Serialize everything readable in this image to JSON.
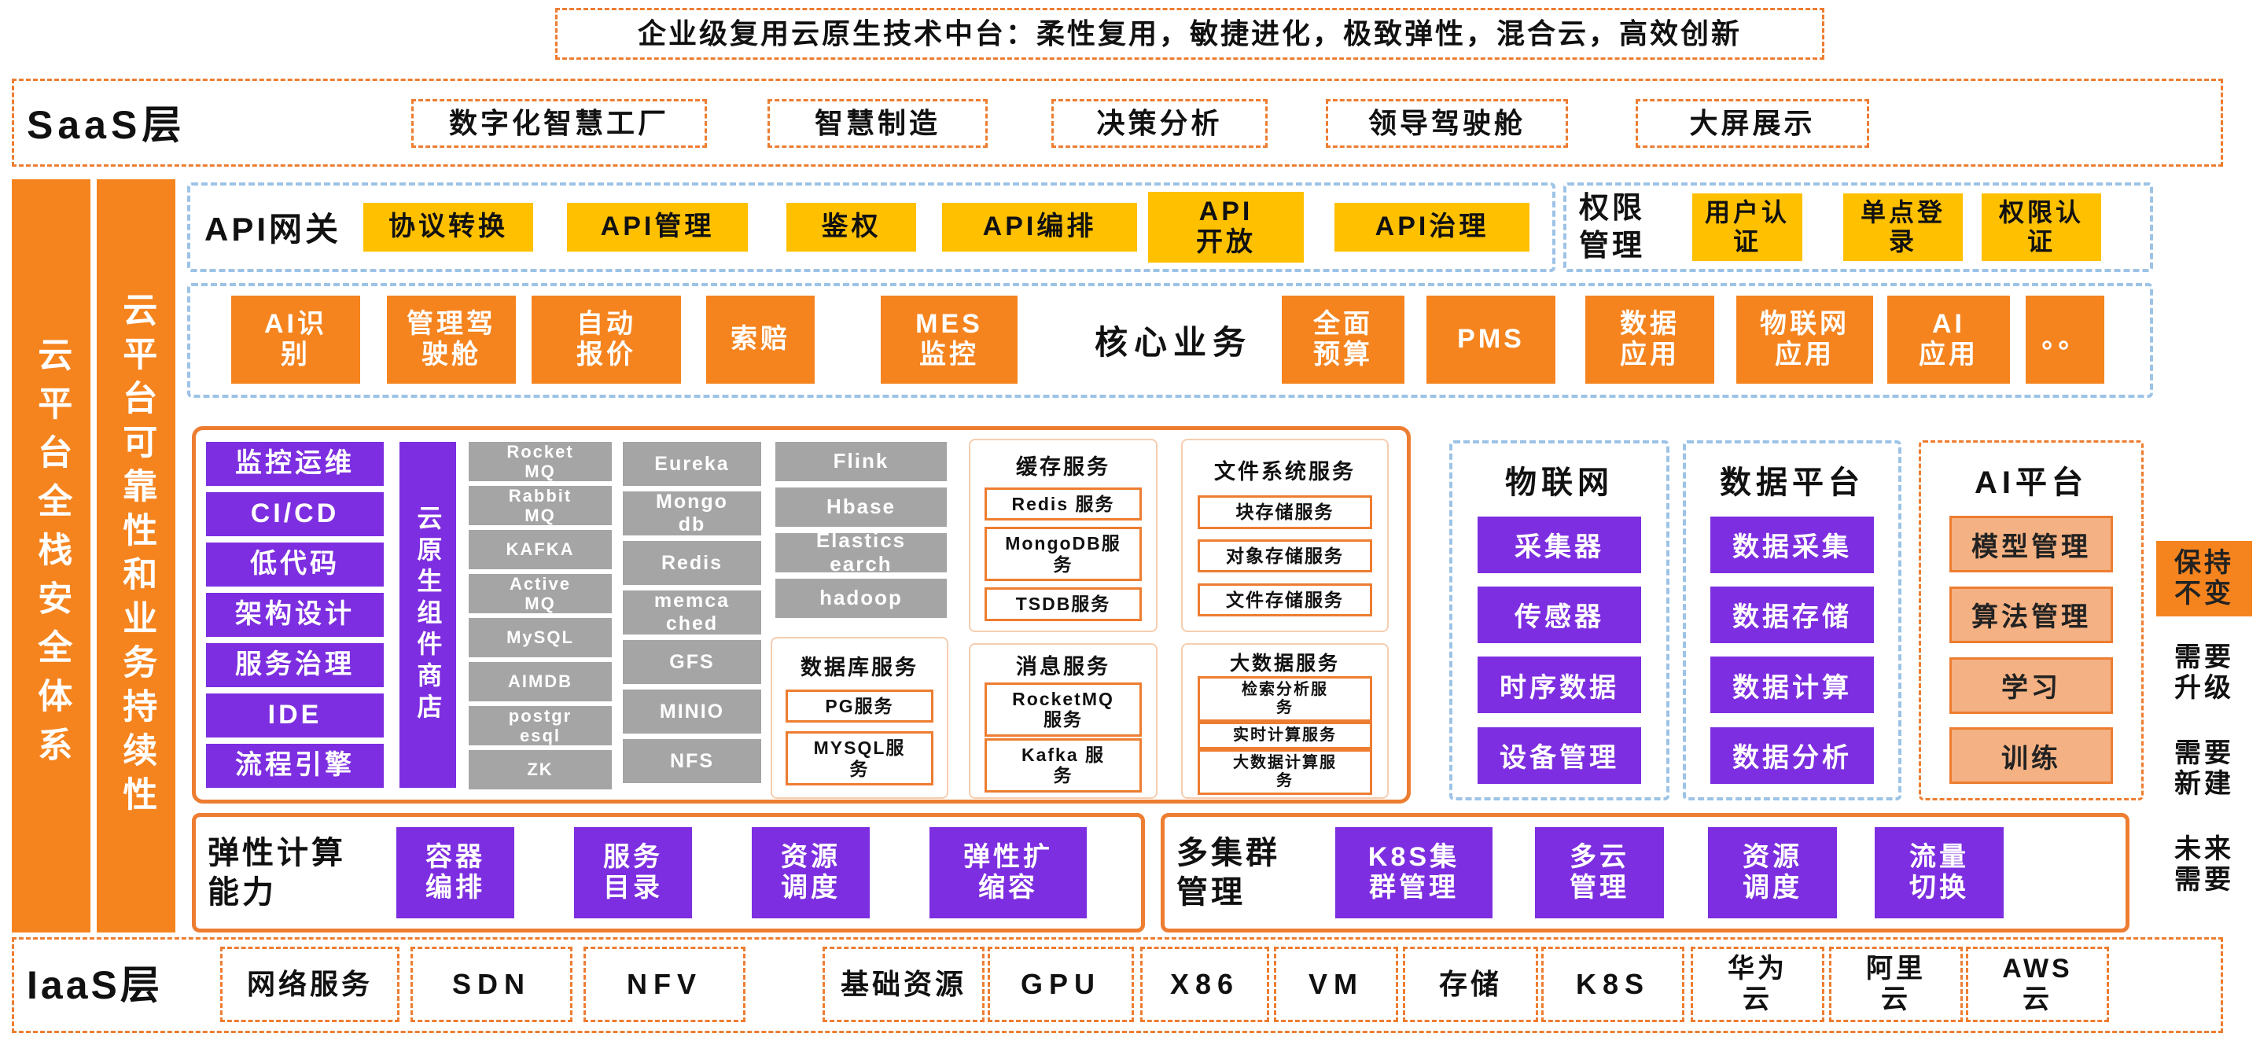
{
  "title": "企业级复用云原生技术中台：柔性复用，敏捷进化，极致弹性，混合云，高效创新",
  "saas": {
    "label": "SaaS层",
    "items": [
      "数字化智慧工厂",
      "智慧制造",
      "决策分析",
      "领导驾驶舱",
      "大屏展示"
    ]
  },
  "side_bars": {
    "security": "云平台全栈安全体系",
    "reliability": "云平台可靠性和业务持续性"
  },
  "api_gateway": {
    "label": "API网关",
    "items": [
      "协议转换",
      "API管理",
      "鉴权",
      "API编排",
      "API\n开放",
      "API治理"
    ]
  },
  "permission": {
    "label": "权限\n管理",
    "items": [
      "用户认\n证",
      "单点登\n录",
      "权限认\n证"
    ]
  },
  "core_business": {
    "label": "核心业务",
    "left_items": [
      "AI识\n别",
      "管理驾\n驶舱",
      "自动\n报价",
      "索赔",
      "MES\n监控"
    ],
    "right_items": [
      "全面\n预算",
      "PMS",
      "数据\n应用",
      "物联网\n应用",
      "AI\n应用",
      "。。"
    ]
  },
  "component_store": {
    "vertical_label": "云原生组件商店",
    "tools": [
      "监控运维",
      "CI/CD",
      "低代码",
      "架构设计",
      "服务治理",
      "IDE",
      "流程引擎"
    ],
    "middleware_col1": [
      "Rocket\nMQ",
      "Rabbit\nMQ",
      "KAFKA",
      "Active\nMQ",
      "MySQL",
      "AIMDB",
      "postgr\nesql",
      "ZK"
    ],
    "middleware_col2": [
      "Eureka",
      "Mongo\ndb",
      "Redis",
      "memca\nched",
      "GFS",
      "MINIO",
      "NFS"
    ],
    "middleware_col3": [
      "Flink",
      "Hbase",
      "Elastics\nearch",
      "hadoop"
    ],
    "database": {
      "label": "数据库服务",
      "items": [
        "PG服务",
        "MYSQL服\n务"
      ]
    },
    "cache": {
      "label": "缓存服务",
      "items": [
        "Redis 服务",
        "MongoDB服\n务",
        "TSDB服务"
      ]
    },
    "message": {
      "label": "消息服务",
      "items": [
        "RocketMQ\n服务",
        "Kafka 服\n务"
      ]
    },
    "file": {
      "label": "文件系统服务",
      "items": [
        "块存储服务",
        "对象存储服务",
        "文件存储服务"
      ]
    },
    "bigdata": {
      "label": "大数据服务",
      "items": [
        "检索分析服\n务",
        "实时计算服务",
        "大数据计算服\n务"
      ]
    }
  },
  "iot": {
    "label": "物联网",
    "items": [
      "采集器",
      "传感器",
      "时序数据",
      "设备管理"
    ]
  },
  "data_platform": {
    "label": "数据平台",
    "items": [
      "数据采集",
      "数据存储",
      "数据计算",
      "数据分析"
    ]
  },
  "ai_platform": {
    "label": "AI平台",
    "items": [
      "模型管理",
      "算法管理",
      "学习",
      "训练"
    ]
  },
  "legend": {
    "keep": "保持\n不变",
    "upgrade": "需要\n升级",
    "new": "需要\n新建",
    "future": "未来\n需要"
  },
  "elastic_compute": {
    "label": "弹性计算\n能力",
    "items": [
      "容器\n编排",
      "服务\n目录",
      "资源\n调度",
      "弹性扩\n缩容"
    ]
  },
  "multi_cluster": {
    "label": "多集群\n管理",
    "items": [
      "K8S集\n群管理",
      "多云\n管理",
      "资源\n调度",
      "流量\n切换"
    ]
  },
  "iaas": {
    "label": "IaaS层",
    "network": {
      "label": "网络服务",
      "items": [
        "SDN",
        "NFV"
      ]
    },
    "resources": {
      "label": "基础资源",
      "items": [
        "GPU",
        "X86",
        "VM",
        "存储",
        "K8S",
        "华为\n云",
        "阿里\n云",
        "AWS\n云"
      ]
    }
  },
  "colors": {
    "orange_fill": "#F5841F",
    "yellow_fill": "#FFC000",
    "purple_fill": "#7D2EE0",
    "gray_fill": "#A5A5A5",
    "peach_fill": "#F4B183",
    "orange_border": "#ED7D31",
    "blue_dashed_border": "#9DC3E6"
  }
}
